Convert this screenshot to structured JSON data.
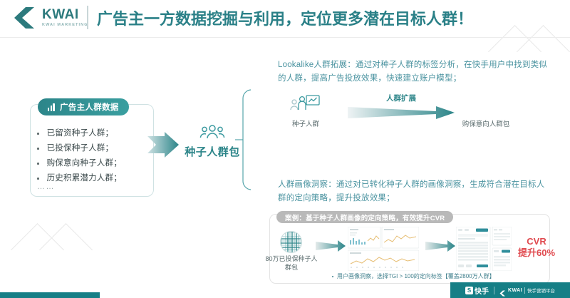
{
  "header": {
    "logo_name": "KWAI",
    "logo_sub": "KWAI MARKETING",
    "logo_icon": "kwai-chevron-logo",
    "title": "广告主一方数据挖掘与利用，定位更多潜在目标人群！"
  },
  "left_card": {
    "pill_label": "广告主人群数据",
    "pill_icon": "bar-chart-icon",
    "items": [
      "已留资种子人群；",
      "已投保种子人群；",
      "购保意向种子人群；",
      "历史积累潜力人群；"
    ],
    "ellipsis": "……"
  },
  "flow": {
    "arrow_icon": "right-arrow-icon",
    "center_node": {
      "icon": "people-group-icon",
      "label": "种子人群包"
    },
    "brace_icon": "curly-brace-connector"
  },
  "branch1": {
    "text": "Lookalike人群拓展：通过对种子人群的标签分析，在快手用户中找到类似的人群，提高广告投放效果，快速建立账户模型；",
    "diagram": {
      "source_icon": "person-presenting-icon",
      "source_label": "种子人群",
      "arrow_label": "人群扩展",
      "arrow_icon": "gradient-triangle-arrow-icon",
      "target_icon": "crowd-people-icon",
      "target_label": "购保意向人群包"
    }
  },
  "branch2": {
    "text": "人群画像洞察：通过对已转化种子人群的画像洞察，生成符合潜在目标人群的定向策略，提升投放效果；"
  },
  "case_panel": {
    "tag": "案例：基于种子人群画像的定向策略，有效提升CVR",
    "source_icon": "globe-grid-icon",
    "source_label": "80万已投保种子人群包",
    "arrow_icon": "gradient-triangle-arrow-icon",
    "screenshot_1": "analytics-dashboard-thumbnail",
    "screenshot_2": "targeting-table-thumbnail",
    "metric_name": "CVR",
    "metric_value": "提升60%",
    "caption": "用户画像洞察，选择TGI > 100的定向标签【覆盖2800万人群】"
  },
  "footer": {
    "kuaishou_label": "快手",
    "kuaishou_icon": "kuaishou-logo-icon",
    "kwai_icon": "kwai-chevron-logo",
    "kwai_label": "KWAI",
    "kwai_sub": "KWAI MARKETING",
    "platform_label": "快手营销平台"
  },
  "colors": {
    "brand_teal": "#2c8589",
    "title_teal": "#2a8087",
    "accent_red": "#e04a4f",
    "muted_gray": "#b9b9b9",
    "footer_teal": "#167f86"
  }
}
